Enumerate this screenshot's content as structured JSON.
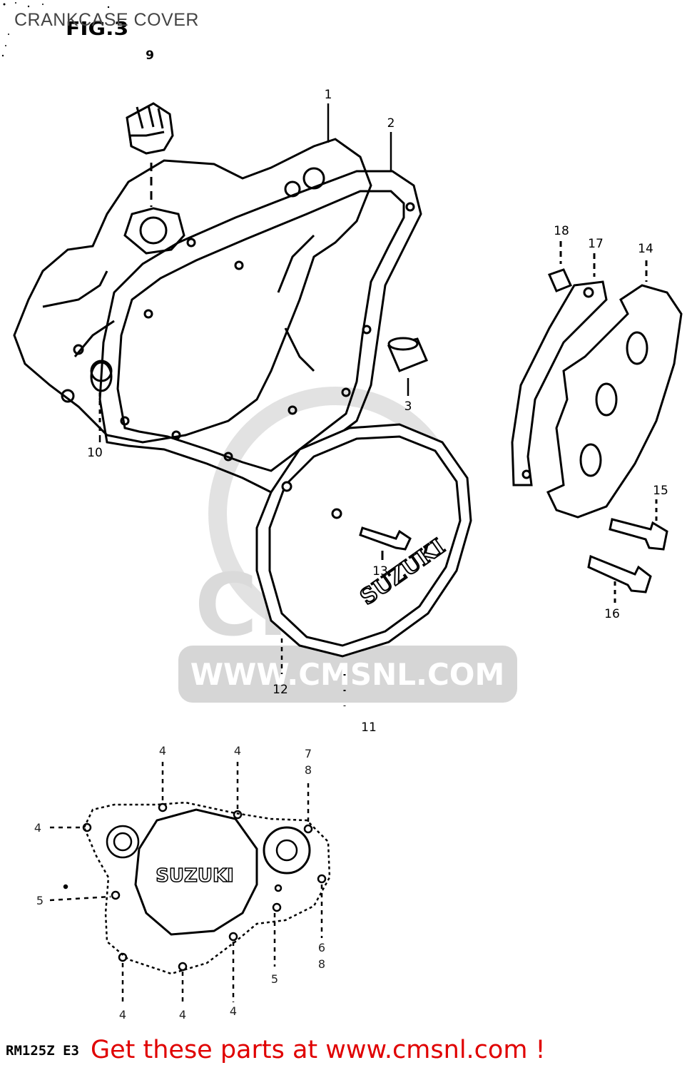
{
  "header": {
    "title": "CRANKCASE COVER",
    "figure": "FIG.3"
  },
  "watermark": {
    "url": "WWW.CMSNL.COM",
    "logo": "CMS"
  },
  "covers": {
    "upper_brand": "SUZUKI",
    "lower_brand": "SUZUKI"
  },
  "callouts": {
    "p1": "1",
    "p2": "2",
    "p3": "3",
    "p9": "9",
    "p10": "10",
    "p11": "11",
    "p12": "12",
    "p13": "13",
    "p14": "14",
    "p15": "15",
    "p16": "16",
    "p17": "17",
    "p18": "18",
    "l4a": "4",
    "l4b": "4",
    "l4c": "4",
    "l4d": "4",
    "l4e": "4",
    "l4f": "4",
    "l5a": "5",
    "l5b": "5",
    "l6a": "6",
    "l8a": "8",
    "l7": "7",
    "l8b": "8"
  },
  "footer": {
    "model": "RM125Z E3",
    "cta": "Get these parts at www.cmsnl.com !"
  },
  "colors": {
    "cta": "#e00000",
    "line": "#000000",
    "watermark": "#d9d9d9"
  }
}
